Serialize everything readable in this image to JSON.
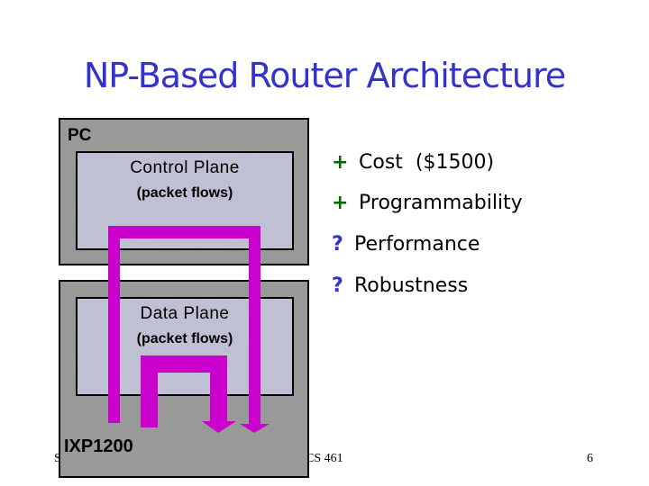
{
  "slide": {
    "title": "NP-Based Router Architecture",
    "diagram": {
      "pc_label": "PC",
      "control_plane": {
        "title": "Control Plane",
        "subtitle": "(packet flows)"
      },
      "data_plane": {
        "title": "Data Plane",
        "subtitle": "(packet flows)"
      },
      "ixp_label": "IXP1200",
      "arrow_color": "#cc00cc"
    },
    "bullets": [
      {
        "mark": "+",
        "text": "Cost  ($1500)",
        "color": "#006600"
      },
      {
        "mark": "+",
        "text": "Programmability",
        "color": "#006600"
      },
      {
        "mark": "?",
        "text": "Performance",
        "color": "#3333cc"
      },
      {
        "mark": "?",
        "text": "Robustness",
        "color": "#3333cc"
      }
    ],
    "footer": {
      "left": "S",
      "center": "CS 461",
      "page": "6"
    }
  }
}
